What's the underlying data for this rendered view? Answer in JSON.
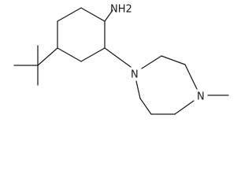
{
  "molecule": {
    "atoms": {
      "amine": "NH2",
      "diazepane_n1": "N",
      "diazepane_n4": "N"
    },
    "substituents": {
      "tert_butyl": "tert-butyl",
      "n_methyl": "methyl"
    },
    "colors": {
      "bond": "#1a1a1a",
      "background": "#ffffff"
    }
  }
}
